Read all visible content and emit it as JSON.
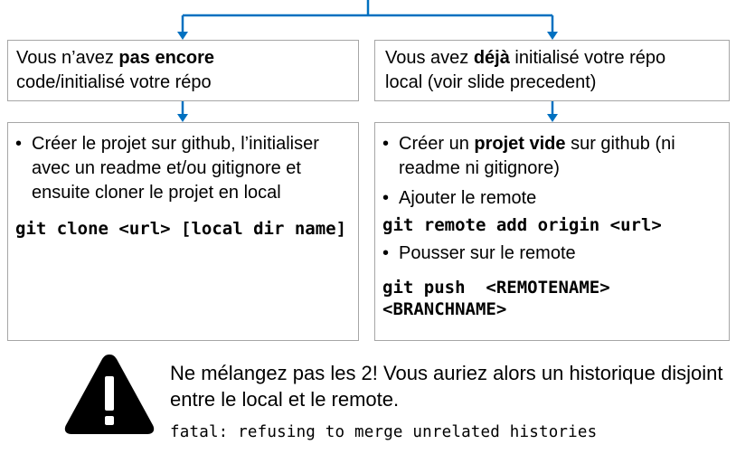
{
  "left_column": {
    "header": {
      "prefix": "Vous n’avez ",
      "bold": "pas encore",
      "line2": "code/initialisé votre répo"
    },
    "content": {
      "bullet": "Créer le projet sur github, l’initialiser avec un readme et/ou gitignore et ensuite cloner le projet en local",
      "command": "git clone <url> [local dir name]"
    }
  },
  "right_column": {
    "header": {
      "prefix": "Vous avez ",
      "bold": "déjà",
      "suffix": " initialisé votre répo",
      "line2": "local (voir slide precedent)"
    },
    "content": {
      "bullet1_prefix": "Créer un ",
      "bullet1_bold": "projet vide",
      "bullet1_suffix": " sur github (ni readme ni gitignore)",
      "bullet2": "Ajouter le remote",
      "command1": "git remote add origin <url>",
      "bullet3": "Pousser sur le remote",
      "command2_line1": "git push  <REMOTENAME>",
      "command2_line2": "<BRANCHNAME>"
    }
  },
  "bullet_char": "•",
  "warning": {
    "icon": "warning-triangle-icon",
    "text": "Ne mélangez pas les 2! Vous auriez alors un historique disjoint entre le local et le remote.",
    "error": "fatal: refusing to merge unrelated histories"
  },
  "colors": {
    "arrow": "#0070c0",
    "border": "#a6a6a6",
    "warning_icon": "#000000"
  }
}
